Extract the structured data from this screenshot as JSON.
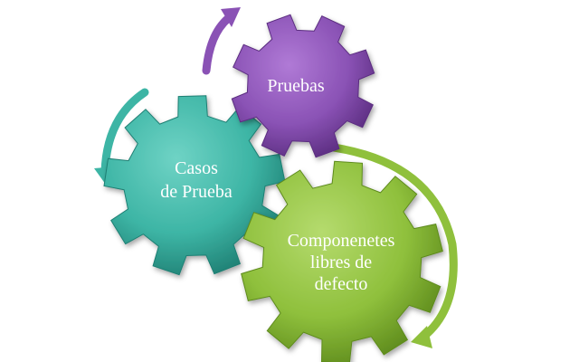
{
  "diagram": {
    "gears": [
      {
        "id": "pruebas",
        "lines": [
          "Pruebas"
        ],
        "color": "#8a52b5",
        "dark": "#5b2d80",
        "light": "#c69ee6"
      },
      {
        "id": "casos",
        "lines": [
          "Casos",
          "de Prueba"
        ],
        "color": "#3db5a5",
        "dark": "#1f7f73",
        "light": "#8fe0d4"
      },
      {
        "id": "componentes",
        "lines": [
          "Componenetes",
          "libres de",
          "defecto"
        ],
        "color": "#8fc03c",
        "dark": "#5d8a1c",
        "light": "#cfe99a"
      }
    ],
    "arrows": [
      {
        "id": "arrow-purple",
        "color": "#8a52b5"
      },
      {
        "id": "arrow-teal",
        "color": "#3db5a5"
      },
      {
        "id": "arrow-green",
        "color": "#8fc03c"
      }
    ]
  }
}
